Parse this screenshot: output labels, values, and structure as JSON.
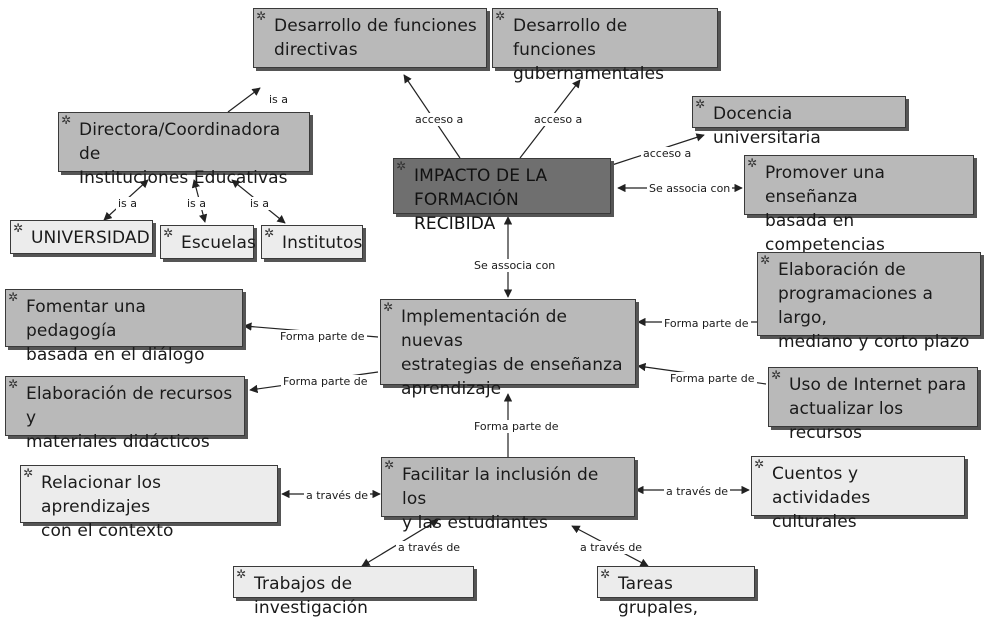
{
  "nodes": {
    "funciones_directivas": "Desarrollo de funciones\ndirectivas",
    "funciones_gubernamentales": "Desarrollo de funciones\ngubernamentales",
    "docencia": "Docencia universitaria",
    "directora": "Directora/Coordinadora de\nInstituciones Educativas",
    "impacto": "IMPACTO DE LA\nFORMACIÓN RECIBIDA",
    "competencias": "Promover una enseñanza\nbasada en competencias",
    "universidad": "UNIVERSIDAD",
    "escuelas": "Escuelas",
    "institutos": "Institutos",
    "elaboracion_programaciones": "Elaboración de\nprogramaciones a largo,\nmediano y corto plazo",
    "pedagogia": "Fomentar una pedagogía\nbasada en el diálogo",
    "implementacion": "Implementación de nuevas\nestrategias de enseñanza\naprendizaje",
    "recursos": "Elaboración de recursos y\nmateriales didácticos",
    "internet": "Uso de Internet para\nactualizar los recursos",
    "relacionar": "Relacionar los aprendizajes\ncon el contexto",
    "facilitar": "Facilitar la inclusión de los\ny las estudiantes",
    "cuentos": "Cuentos y actividades\nculturales",
    "investigacion": "Trabajos de investigación",
    "tareas": "Tareas grupales,"
  },
  "links": {
    "is_a_top": "is a",
    "acceso_a_left": "acceso a",
    "acceso_a_right": "acceso a",
    "acceso_a_docencia": "acceso a",
    "se_associa_con_right": "Se associa con",
    "is_a_universidad": "is a",
    "is_a_escuelas": "is a",
    "is_a_institutos": "is a",
    "se_associa_con_center": "Se associa con",
    "forma_parte_pedagogia": "Forma parte de",
    "forma_parte_programaciones": "Forma parte de",
    "forma_parte_recursos": "Forma parte de",
    "forma_parte_internet": "Forma parte de",
    "forma_parte_facilitar": "Forma parte de",
    "traves_relacionar": "a través de",
    "traves_cuentos": "a través de",
    "traves_investigacion": "a través de",
    "traves_tareas": "a través de"
  },
  "icon": "concept-icon",
  "colors": {
    "concept_gray": "#b9b9b9",
    "concept_light": "#ececec",
    "root_dark": "#6f6f6f",
    "line": "#222222"
  }
}
